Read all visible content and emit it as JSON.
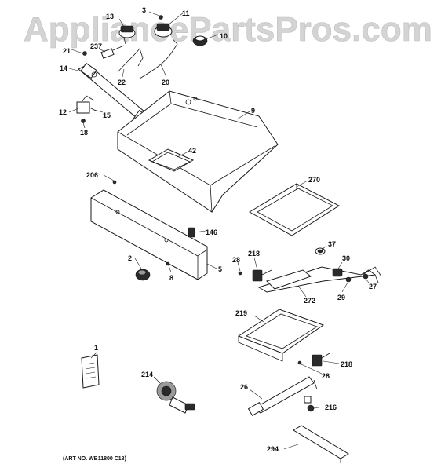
{
  "watermark": "AppliancePartsPros.com",
  "art_number": "(ART NO. WB11800 C18)",
  "callouts": {
    "c3": "3",
    "c13": "13",
    "c11": "11",
    "c10": "10",
    "c21": "21",
    "c237": "237",
    "c22": "22",
    "c20": "20",
    "c14": "14",
    "c9": "9",
    "c12": "12",
    "c15": "15",
    "c18": "18",
    "c42": "42",
    "c206": "206",
    "c270": "270",
    "c146": "146",
    "c37": "37",
    "c2": "2",
    "c28a": "28",
    "c218a": "218",
    "c30": "30",
    "c5": "5",
    "c8": "8",
    "c272": "272",
    "c29": "29",
    "c27": "27",
    "c219": "219",
    "c1": "1",
    "c214": "214",
    "c218b": "218",
    "c28b": "28",
    "c26": "26",
    "c216": "216",
    "c294": "294"
  }
}
